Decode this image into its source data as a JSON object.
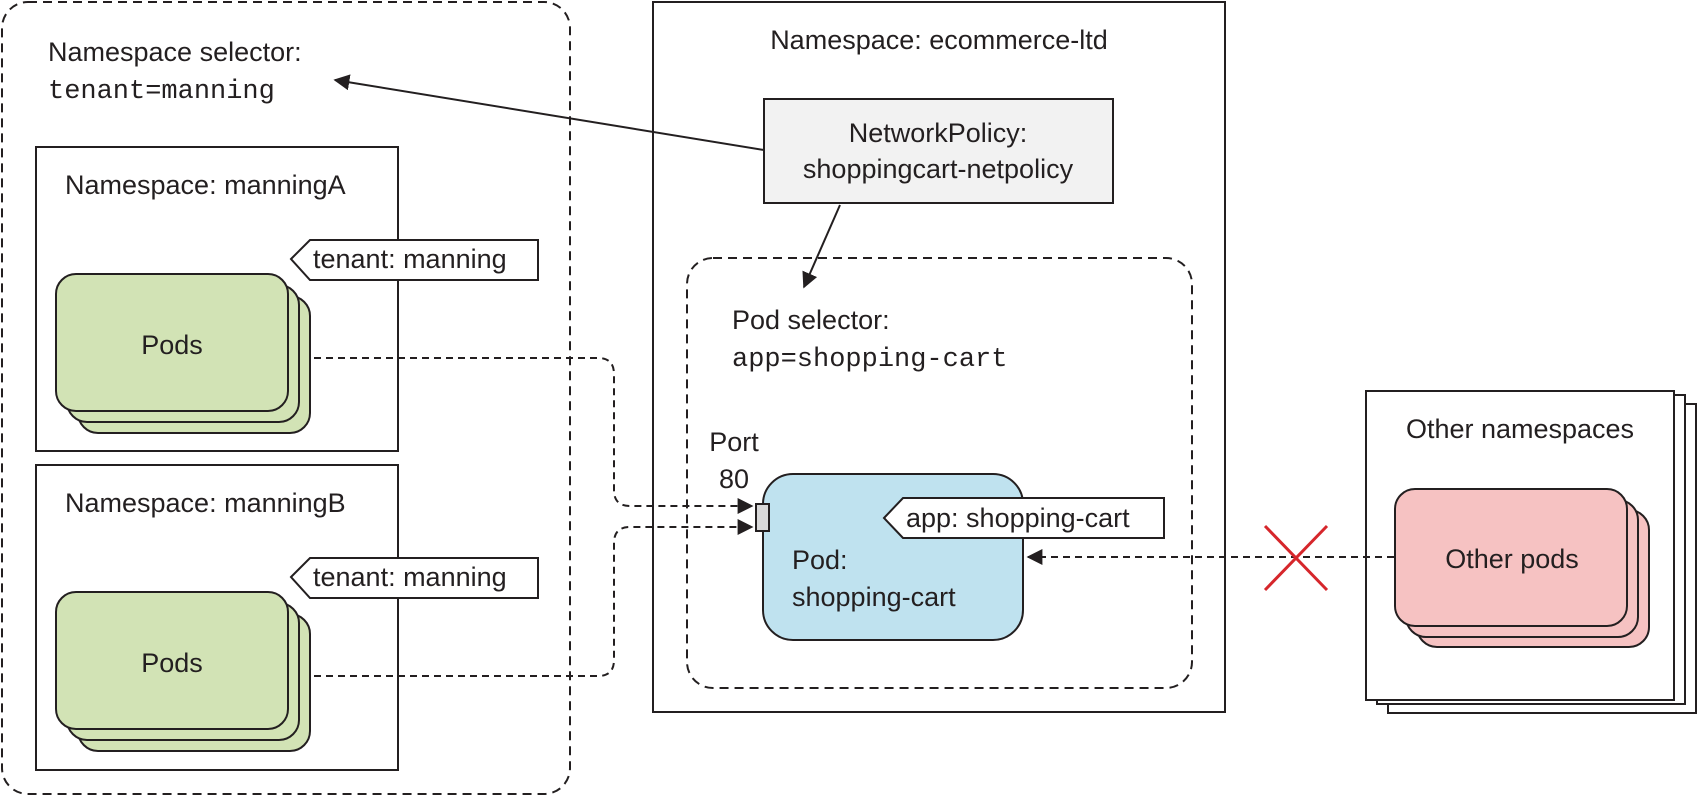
{
  "namespace_selector": {
    "title": "Namespace selector:",
    "value": "tenant=manning"
  },
  "namespace_manning_a": {
    "title": "Namespace: manningA",
    "label": "tenant: manning",
    "pods": "Pods"
  },
  "namespace_manning_b": {
    "title": "Namespace: manningB",
    "label": "tenant: manning",
    "pods": "Pods"
  },
  "namespace_ecommerce": {
    "title": "Namespace: ecommerce-ltd",
    "network_policy": {
      "line1": "NetworkPolicy:",
      "line2": "shoppingcart-netpolicy"
    },
    "pod_selector": {
      "title": "Pod selector:",
      "value": "app=shopping-cart"
    },
    "port": {
      "line1": "Port",
      "line2": "80"
    },
    "pod": {
      "label": "app: shopping-cart",
      "line1": "Pod:",
      "line2": "shopping-cart"
    }
  },
  "other_namespaces": {
    "title": "Other namespaces",
    "pods": "Other pods"
  },
  "colors": {
    "pods_green": "#d2e3b5",
    "pod_blue": "#bfe2ef",
    "pods_pink": "#f6c2c2",
    "policy_gray": "#f2f2f2",
    "blocked_red": "#d6262b"
  },
  "icons": {
    "blocked": "x-cross-icon"
  }
}
